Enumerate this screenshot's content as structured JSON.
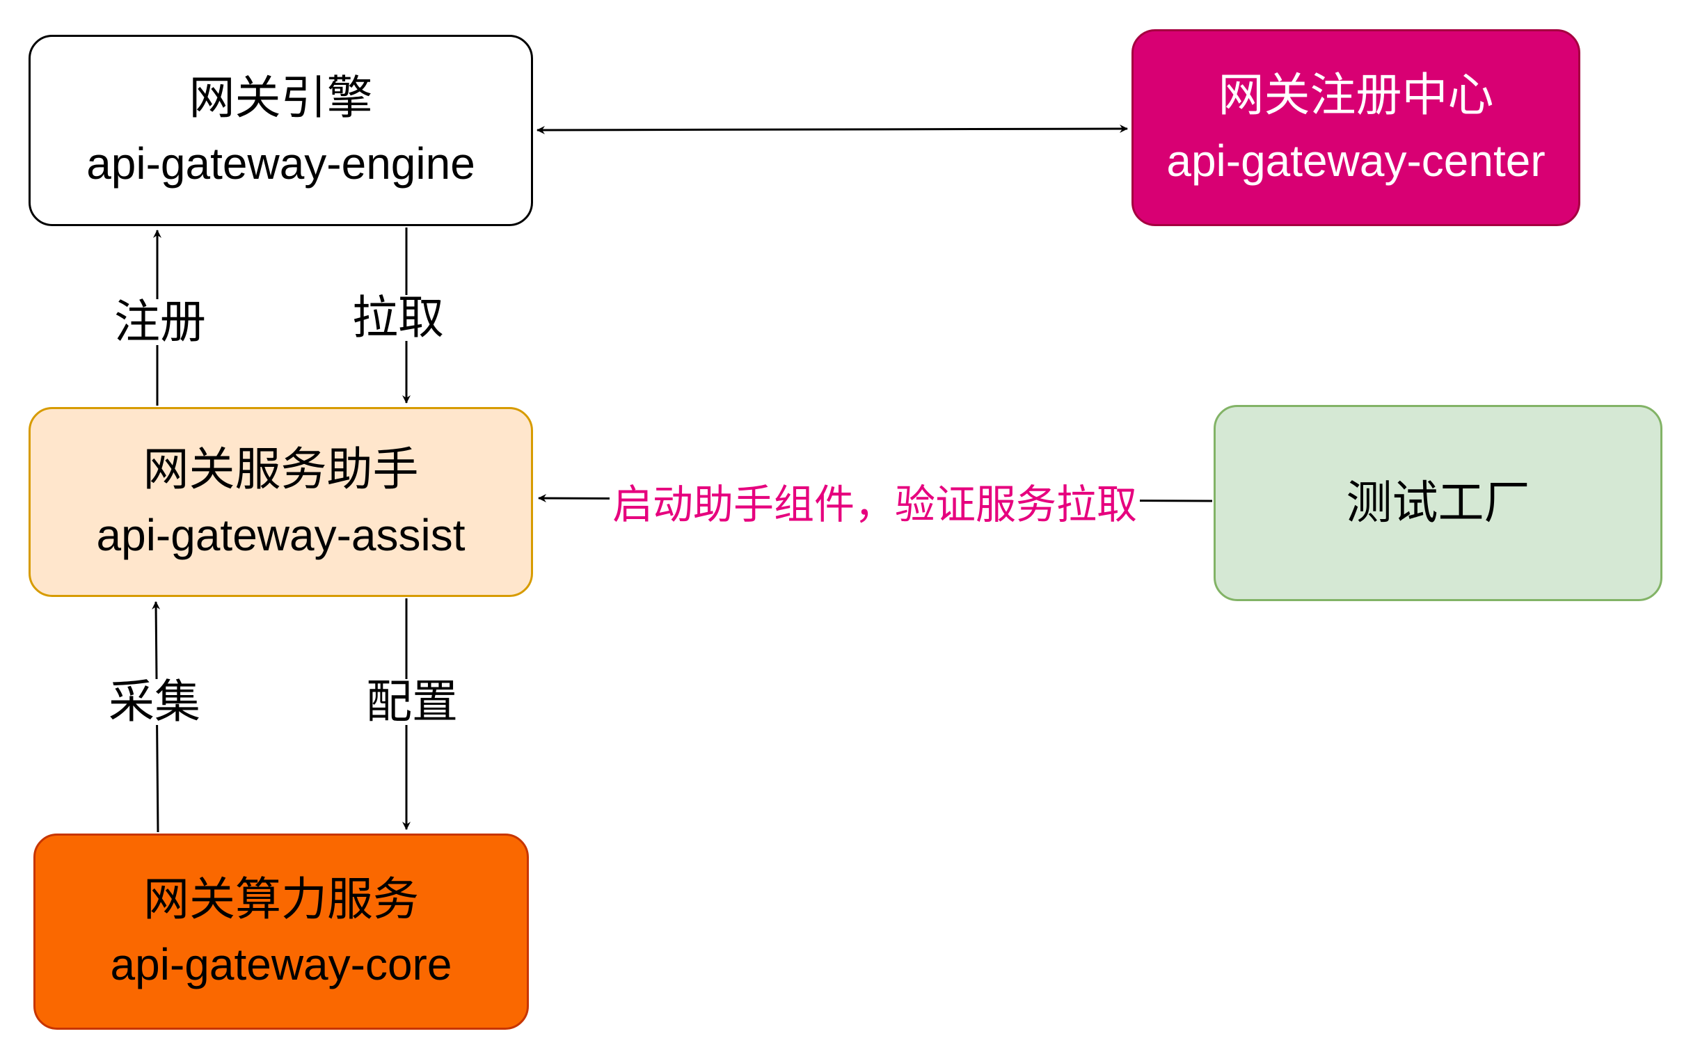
{
  "nodes": {
    "engine": {
      "title": "网关引擎",
      "name": "api-gateway-engine",
      "fill": "#ffffff",
      "border": "#000000"
    },
    "center": {
      "title": "网关注册中心",
      "name": "api-gateway-center",
      "fill": "#d80073",
      "border": "#a50040"
    },
    "assist": {
      "title": "网关服务助手",
      "name": "api-gateway-assist",
      "fill": "#ffe6cc",
      "border": "#d79b00"
    },
    "factory": {
      "title": "测试工厂",
      "fill": "#d5e8d4",
      "border": "#82b366"
    },
    "core": {
      "title": "网关算力服务",
      "name": "api-gateway-core",
      "fill": "#fa6800",
      "border": "#c73500"
    }
  },
  "edges": {
    "register": "注册",
    "pull": "拉取",
    "collect": "采集",
    "config": "配置",
    "verify": "启动助手组件，验证服务拉取",
    "verify_color": "#e6007e"
  }
}
